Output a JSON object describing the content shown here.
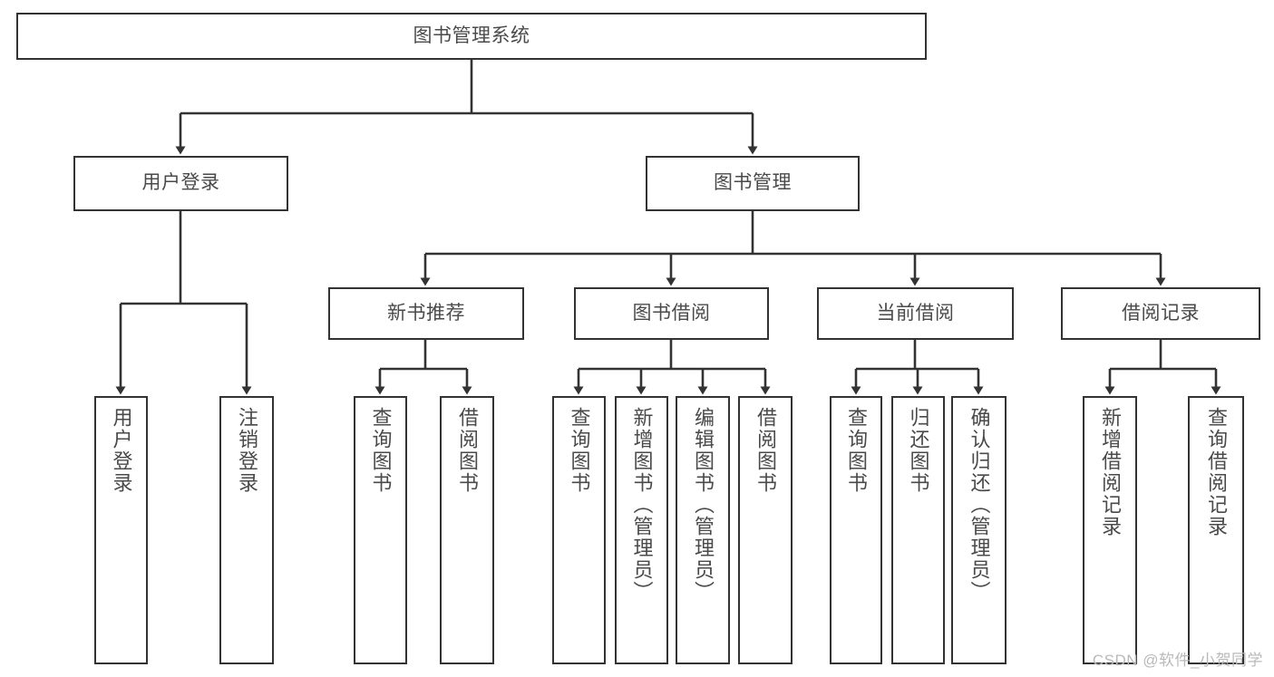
{
  "diagram": {
    "title": "图书管理系统",
    "type": "tree-hierarchy",
    "root": {
      "label": "图书管理系统"
    },
    "level1": [
      {
        "label": "用户登录"
      },
      {
        "label": "图书管理"
      }
    ],
    "level2": [
      {
        "label": "新书推荐",
        "parent": "图书管理"
      },
      {
        "label": "图书借阅",
        "parent": "图书管理"
      },
      {
        "label": "当前借阅",
        "parent": "图书管理"
      },
      {
        "label": "借阅记录",
        "parent": "图书管理"
      }
    ],
    "leaves": {
      "user_login": [
        {
          "label": "用户登录"
        },
        {
          "label": "注销登录"
        }
      ],
      "new_book_recommend": [
        {
          "label": "查询图书"
        },
        {
          "label": "借阅图书"
        }
      ],
      "book_borrow": [
        {
          "label": "查询图书"
        },
        {
          "label": "新增图书（管理员）"
        },
        {
          "label": "编辑图书（管理员）"
        },
        {
          "label": "借阅图书"
        }
      ],
      "current_borrow": [
        {
          "label": "查询图书"
        },
        {
          "label": "归还图书"
        },
        {
          "label": "确认归还（管理员）"
        }
      ],
      "borrow_record": [
        {
          "label": "新增借阅记录"
        },
        {
          "label": "查询借阅记录"
        }
      ]
    }
  },
  "watermark": {
    "text": "CSDN @软件_小贺同学"
  },
  "colors": {
    "stroke": "#333333",
    "text": "#4a4a4a",
    "background": "#ffffff",
    "watermark": "#b9b9b9"
  }
}
